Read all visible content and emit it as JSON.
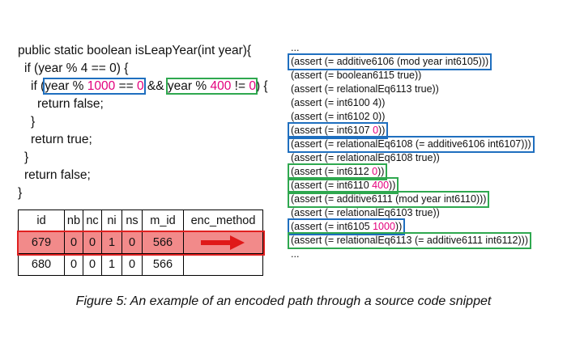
{
  "code_lines": [
    {
      "indent": 0,
      "parts": [
        {
          "t": "public static boolean isLeapYear(int year){"
        }
      ]
    },
    {
      "indent": 1,
      "parts": [
        {
          "t": "if (year % 4 == 0) {"
        }
      ]
    },
    {
      "indent": 2,
      "parts": [
        {
          "t": "if ("
        },
        {
          "t": "year % ",
          "box": "b"
        },
        {
          "t": "1000",
          "box": "b",
          "color": "pink"
        },
        {
          "t": " == ",
          "box": "b"
        },
        {
          "t": "0",
          "box": "b",
          "color": "pink"
        },
        {
          "t": " && "
        },
        {
          "t": "year % ",
          "box": "g"
        },
        {
          "t": "400",
          "box": "g",
          "color": "pink"
        },
        {
          "t": " != ",
          "box": "g"
        },
        {
          "t": "0",
          "box": "g",
          "color": "pink"
        },
        {
          "t": ") {"
        }
      ]
    },
    {
      "indent": 3,
      "parts": [
        {
          "t": "return false;"
        }
      ]
    },
    {
      "indent": 2,
      "parts": [
        {
          "t": "}"
        }
      ]
    },
    {
      "indent": 2,
      "parts": [
        {
          "t": "return true;"
        }
      ]
    },
    {
      "indent": 1,
      "parts": [
        {
          "t": "}"
        }
      ]
    },
    {
      "indent": 1,
      "parts": [
        {
          "t": "return false;"
        }
      ]
    },
    {
      "indent": 0,
      "parts": [
        {
          "t": "}"
        }
      ]
    }
  ],
  "table": {
    "headers": [
      "id",
      "nb",
      "nc",
      "ni",
      "ns",
      "m_id",
      "enc_method"
    ],
    "rows": [
      {
        "cells": [
          "679",
          "0",
          "0",
          "1",
          "0",
          "566",
          ""
        ],
        "highlight": true,
        "arrow": true
      },
      {
        "cells": [
          "680",
          "0",
          "0",
          "1",
          "0",
          "566",
          ""
        ],
        "highlight": false,
        "arrow": false
      }
    ]
  },
  "asserts": [
    {
      "parts": [
        {
          "t": "..."
        }
      ]
    },
    {
      "box": "b",
      "parts": [
        {
          "t": "(assert (= additive6106 (mod year int6105)))"
        }
      ]
    },
    {
      "parts": [
        {
          "t": "(assert (= boolean6115 true))"
        }
      ]
    },
    {
      "parts": [
        {
          "t": "(assert (= relationalEq6113 true))"
        }
      ]
    },
    {
      "parts": [
        {
          "t": "(assert (= int6100 4))"
        }
      ]
    },
    {
      "parts": [
        {
          "t": "(assert (= int6102 0))"
        }
      ]
    },
    {
      "box": "b",
      "parts": [
        {
          "t": "(assert (= int6107 "
        },
        {
          "t": "0",
          "color": "pink"
        },
        {
          "t": "))"
        }
      ]
    },
    {
      "box": "b",
      "parts": [
        {
          "t": "(assert (= relationalEq6108 (= additive6106 int6107)))"
        }
      ]
    },
    {
      "parts": [
        {
          "t": "(assert (= relationalEq6108 true))"
        }
      ]
    },
    {
      "box": "g",
      "parts": [
        {
          "t": "(assert (= int6112 "
        },
        {
          "t": "0",
          "color": "pink"
        },
        {
          "t": "))"
        }
      ]
    },
    {
      "box": "g",
      "parts": [
        {
          "t": "(assert (= int6110 "
        },
        {
          "t": "400",
          "color": "pink"
        },
        {
          "t": "))"
        }
      ]
    },
    {
      "box": "g",
      "parts": [
        {
          "t": "(assert (= additive6111 (mod year int6110)))"
        }
      ]
    },
    {
      "parts": [
        {
          "t": "(assert (= relationalEq6103 true))"
        }
      ]
    },
    {
      "box": "b",
      "parts": [
        {
          "t": "(assert (= int6105 "
        },
        {
          "t": "1000",
          "color": "pink"
        },
        {
          "t": "))"
        }
      ]
    },
    {
      "box": "g",
      "parts": [
        {
          "t": "(assert (= relationalEq6113 (= additive6111 int6112)))"
        }
      ]
    },
    {
      "parts": [
        {
          "t": "..."
        }
      ]
    }
  ],
  "caption": "Figure 5: An example of an encoded path through a source code snippet"
}
